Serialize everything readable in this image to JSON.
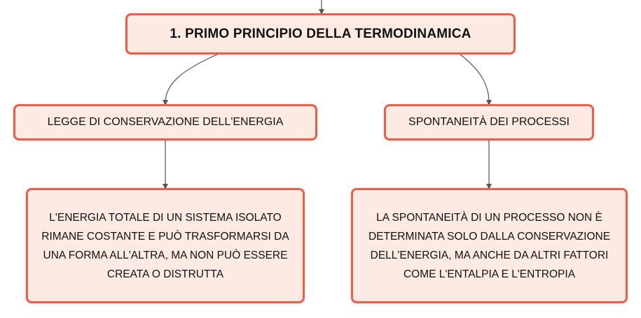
{
  "diagram": {
    "root": {
      "label": "1. PRIMO PRINCIPIO DELLA TERMODINAMICA"
    },
    "branches": [
      {
        "label": "LEGGE DI CONSERVAZIONE DELL'ENERGIA",
        "detail": "L'ENERGIA TOTALE DI UN SISTEMA ISOLATO RIMANE COSTANTE E PUÒ TRASFORMARSI DA UNA FORMA ALL'ALTRA, MA NON PUÒ ESSERE CREATA O DISTRUTTA"
      },
      {
        "label": "SPONTANEITÀ DEI PROCESSI",
        "detail": "LA SPONTANEITÀ DI UN PROCESSO NON È DETERMINATA SOLO DALLA CONSERVAZIONE DELL'ENERGIA, MA ANCHE DA ALTRI FATTORI COME L'ENTALPIA E L'ENTROPIA"
      }
    ],
    "colors": {
      "node_fill": "#fdeae3",
      "node_border": "#e8604c",
      "connector": "#555555"
    }
  }
}
